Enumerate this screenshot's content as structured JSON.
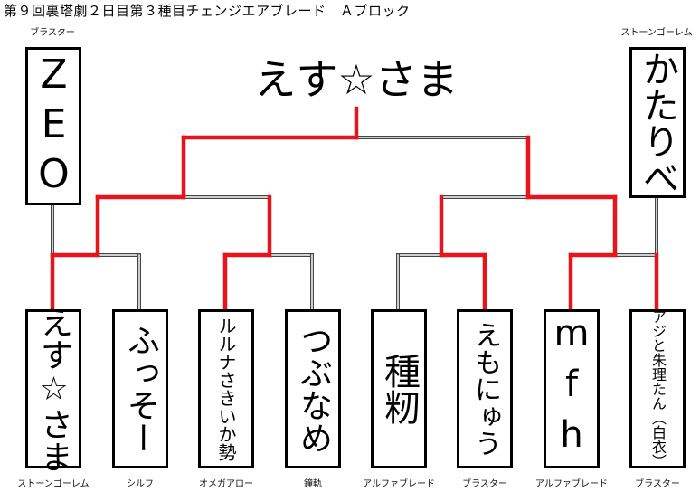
{
  "title": "第９回裏塔劇２日目第３種目チェンジエアブレード　Ａブロック",
  "champion": "えす☆さま",
  "seeds": [
    {
      "name": "ZEO",
      "class": "ブラスター"
    },
    {
      "name": "かたりべ",
      "class": "ストーンゴーレム"
    }
  ],
  "entrants": [
    {
      "name": "えす☆さま",
      "class": "ストーンゴーレム"
    },
    {
      "name": "ふっそー",
      "class": "シルフ"
    },
    {
      "name": "ルルナさきいか勢",
      "class": "オメガアロー"
    },
    {
      "name": "つぶなめ",
      "class": "鐘軌"
    },
    {
      "name": "種籾",
      "class": "アルファブレード"
    },
    {
      "name": "えもにゅう",
      "class": "ブラスター"
    },
    {
      "name": "mfh",
      "class": "アルファブレード"
    },
    {
      "name": "アジと朱理たん（白衣）",
      "class": "ブラスター"
    }
  ],
  "colors": {
    "winner_line": "#e8141c",
    "line": "#444444"
  }
}
